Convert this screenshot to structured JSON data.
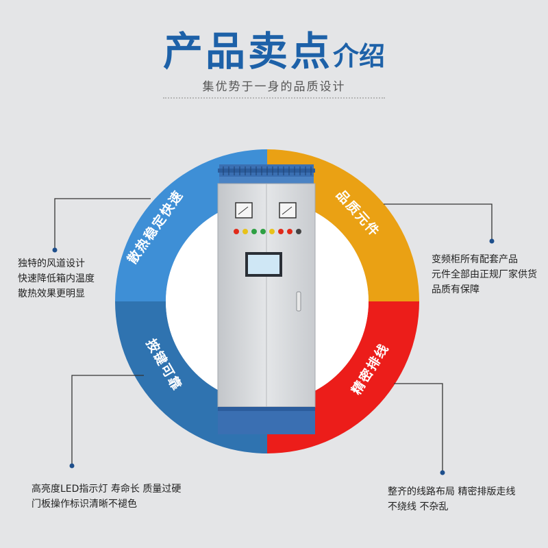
{
  "header": {
    "title_big": "产品卖点",
    "title_small": "介绍",
    "subtitle": "集优势于一身的品质设计"
  },
  "quadrants": [
    {
      "label": "散热稳定快速",
      "color": "#3e8fd6"
    },
    {
      "label": "品质元件",
      "color": "#eaa114"
    },
    {
      "label": "精密排线",
      "color": "#ec1d1a"
    },
    {
      "label": "按键可靠",
      "color": "#2f73b0"
    }
  ],
  "descriptions": {
    "top_left": [
      "独特的风道设计",
      "快速降低箱内温度",
      "散热效果更明显"
    ],
    "top_right": [
      "变频柜所有配套产品",
      "元件全部由正规厂家供货",
      "品质有保障"
    ],
    "bottom_left": [
      "高亮度LED指示灯 寿命长 质量过硬",
      "门板操作标识清晰不褪色"
    ],
    "bottom_right": [
      "整齐的线路布局 精密排版走线",
      "不绕线 不杂乱"
    ]
  },
  "colors": {
    "title": "#1d61a8",
    "background": "#e4e5e7",
    "cabinet_body": "#d6d8db",
    "cabinet_trim": "#3a6fb2"
  }
}
